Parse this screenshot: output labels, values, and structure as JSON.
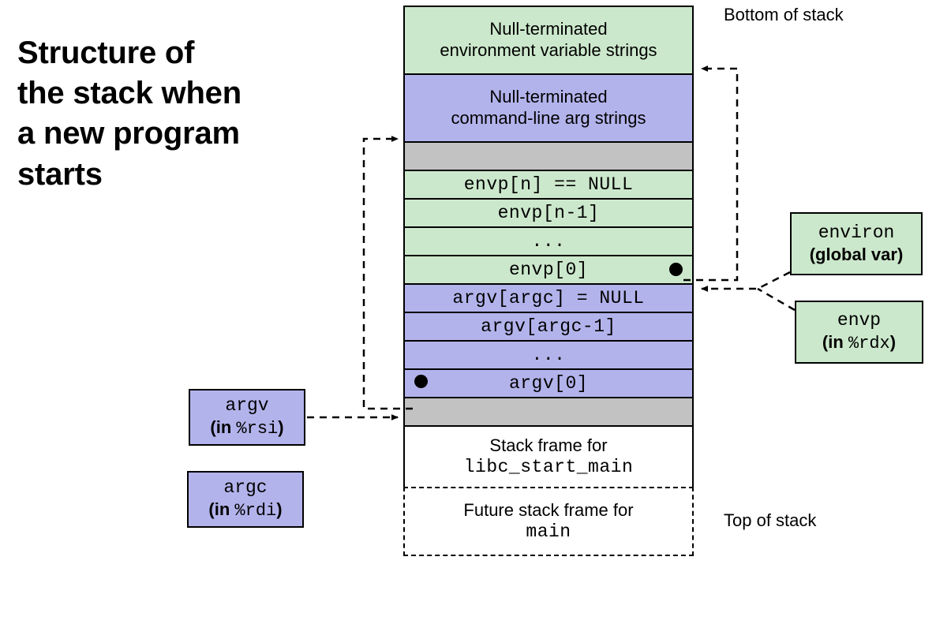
{
  "title": "Structure of\nthe stack when\na new program\nstarts",
  "labels": {
    "bottom_of_stack": "Bottom of stack",
    "top_of_stack": "Top of stack"
  },
  "stack_rows": [
    {
      "id": "env-strings",
      "line1": "Null-terminated",
      "line2": "environment variable strings",
      "color": "green",
      "style": "sans",
      "height": 88
    },
    {
      "id": "arg-strings",
      "line1": "Null-terminated",
      "line2": "command-line arg strings",
      "color": "purple",
      "style": "sans",
      "height": 88
    },
    {
      "id": "pad-upper",
      "line1": "",
      "line2": "",
      "color": "gray",
      "style": "sans",
      "height": 38
    },
    {
      "id": "envp-null",
      "line1": "envp[n] == NULL",
      "line2": "",
      "color": "green",
      "style": "mono",
      "height": 38
    },
    {
      "id": "envp-n-1",
      "line1": "envp[n-1]",
      "line2": "",
      "color": "green",
      "style": "mono",
      "height": 38
    },
    {
      "id": "envp-ellipsis",
      "line1": "...",
      "line2": "",
      "color": "green",
      "style": "mono",
      "height": 38
    },
    {
      "id": "envp-0",
      "line1": "envp[0]",
      "line2": "",
      "color": "green",
      "style": "mono",
      "height": 38
    },
    {
      "id": "argv-null",
      "line1": "argv[argc] = NULL",
      "line2": "",
      "color": "purple",
      "style": "mono",
      "height": 38
    },
    {
      "id": "argv-argc-1",
      "line1": "argv[argc-1]",
      "line2": "",
      "color": "purple",
      "style": "mono",
      "height": 38
    },
    {
      "id": "argv-ellipsis",
      "line1": "...",
      "line2": "",
      "color": "purple",
      "style": "mono",
      "height": 38
    },
    {
      "id": "argv-0",
      "line1": "argv[0]",
      "line2": "",
      "color": "purple",
      "style": "mono",
      "height": 38
    },
    {
      "id": "pad-lower",
      "line1": "",
      "line2": "",
      "color": "gray",
      "style": "sans",
      "height": 38
    },
    {
      "id": "libc-frame",
      "line1": "Stack frame for",
      "line2": "libc_start_main",
      "color": "white",
      "style": "mixed",
      "height": 80
    },
    {
      "id": "main-frame",
      "line1": "Future stack frame for",
      "line2": "main",
      "color": "white",
      "style": "mixed",
      "height": 88,
      "dashed": true
    }
  ],
  "callouts": {
    "environ": {
      "name": "environ",
      "detail_prefix": "(global var)",
      "detail_reg": "",
      "detail_suffix": ""
    },
    "envp": {
      "name": "envp",
      "detail_prefix": "(in ",
      "detail_reg": "%rdx",
      "detail_suffix": ")"
    },
    "argv": {
      "name": "argv",
      "detail_prefix": "(in ",
      "detail_reg": "%rsi",
      "detail_suffix": ")"
    },
    "argc": {
      "name": "argc",
      "detail_prefix": "(in ",
      "detail_reg": "%rdi",
      "detail_suffix": ")"
    }
  },
  "colors": {
    "green": "#cce8cc",
    "purple": "#b3b3ec",
    "gray": "#c2c2c2",
    "outline": "#000000"
  }
}
